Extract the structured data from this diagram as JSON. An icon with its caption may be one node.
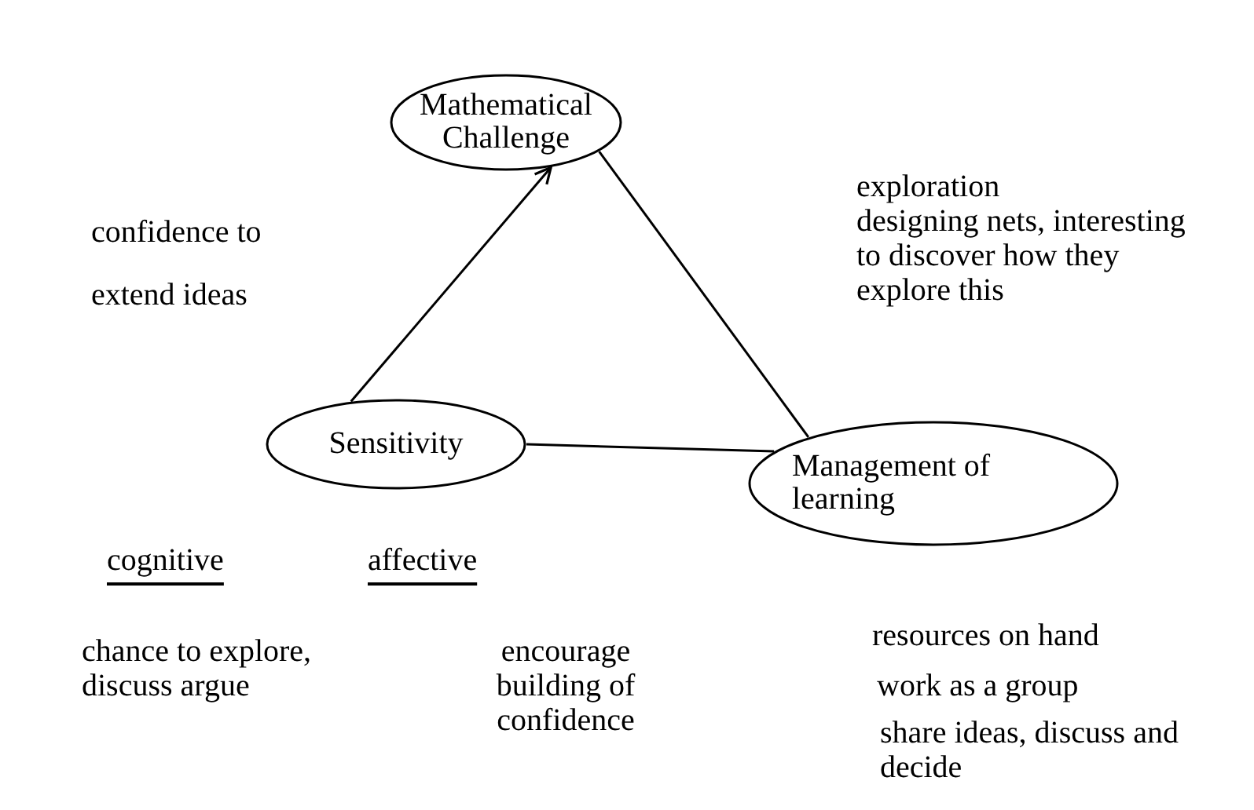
{
  "diagram": {
    "nodes": [
      {
        "text": [
          "Mathematical Challenge"
        ]
      },
      {
        "text": [
          "Sensitivity"
        ]
      },
      {
        "text": [
          "Management of learning"
        ]
      }
    ],
    "edges": [
      {
        "from": 1,
        "to": 0,
        "arrow": "to"
      },
      {
        "from": 0,
        "to": 2,
        "arrow": "none"
      },
      {
        "from": 1,
        "to": 2,
        "arrow": "none"
      }
    ],
    "labels": [
      "confidence to extend ideas",
      "exploration",
      "designing nets, interesting to discover how they explore this",
      "cognitive",
      "affective",
      "chance to explore, discuss argue",
      "encourage building of confidence",
      "resources on hand",
      "work as a group",
      "share ideas, discuss and decide"
    ]
  }
}
